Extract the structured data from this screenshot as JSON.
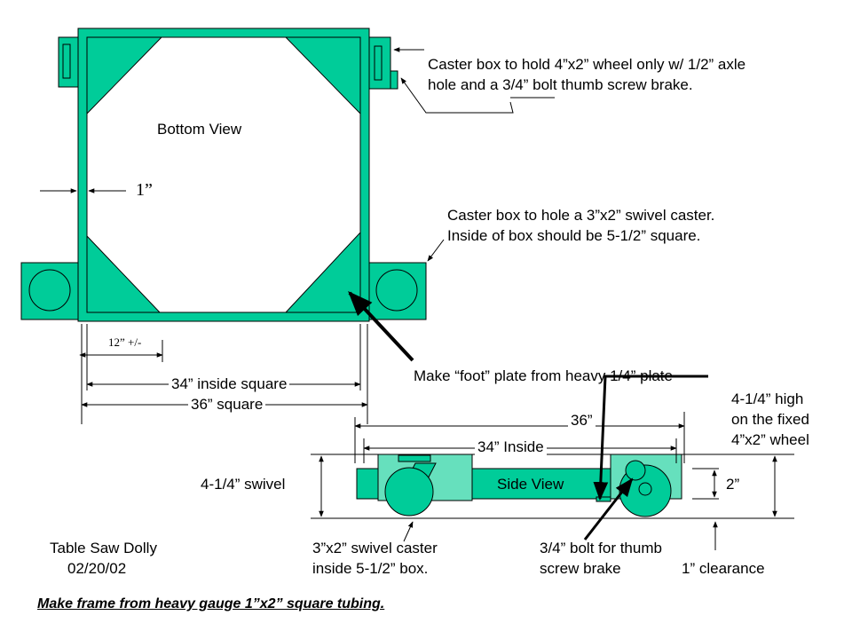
{
  "colors": {
    "frame_fill": "#00cc99",
    "box_fill": "#66e0bd",
    "stroke": "#000000",
    "background": "#ffffff"
  },
  "bottom_view": {
    "title": "Bottom View",
    "wall_dim": "1”",
    "dim_12": "12” +/-",
    "dim_34": "34” inside square",
    "dim_36": "36” square"
  },
  "notes": {
    "fixed_caster_line1": "Caster box to hold 4”x2” wheel only w/ 1/2” axle",
    "fixed_caster_line2": "hole and a 3/4” bolt thumb screw brake.",
    "swivel_box_line1": "Caster box to hole a 3”x2” swivel caster.",
    "swivel_box_line2": "Inside of box should be 5-1/2” square.",
    "foot_plate": "Make “foot” plate from heavy 1/4” plate"
  },
  "side_view": {
    "title": "Side View",
    "dim_36": "36”",
    "dim_34": "34” Inside",
    "left_height": "4-1/4” swivel",
    "right_height_line1": "4-1/4” high",
    "right_height_line2": "on the fixed",
    "right_height_line3": "4”x2” wheel",
    "dim_2": "2”",
    "swivel_caster_line1": "3”x2” swivel caster",
    "swivel_caster_line2": "inside 5-1/2” box.",
    "bolt_line1": "3/4” bolt for thumb",
    "bolt_line2": "screw brake",
    "clearance": "1” clearance"
  },
  "title_block": {
    "name": "Table Saw Dolly",
    "date": "02/20/02"
  },
  "footer": "Make frame from heavy gauge 1”x2” square tubing."
}
